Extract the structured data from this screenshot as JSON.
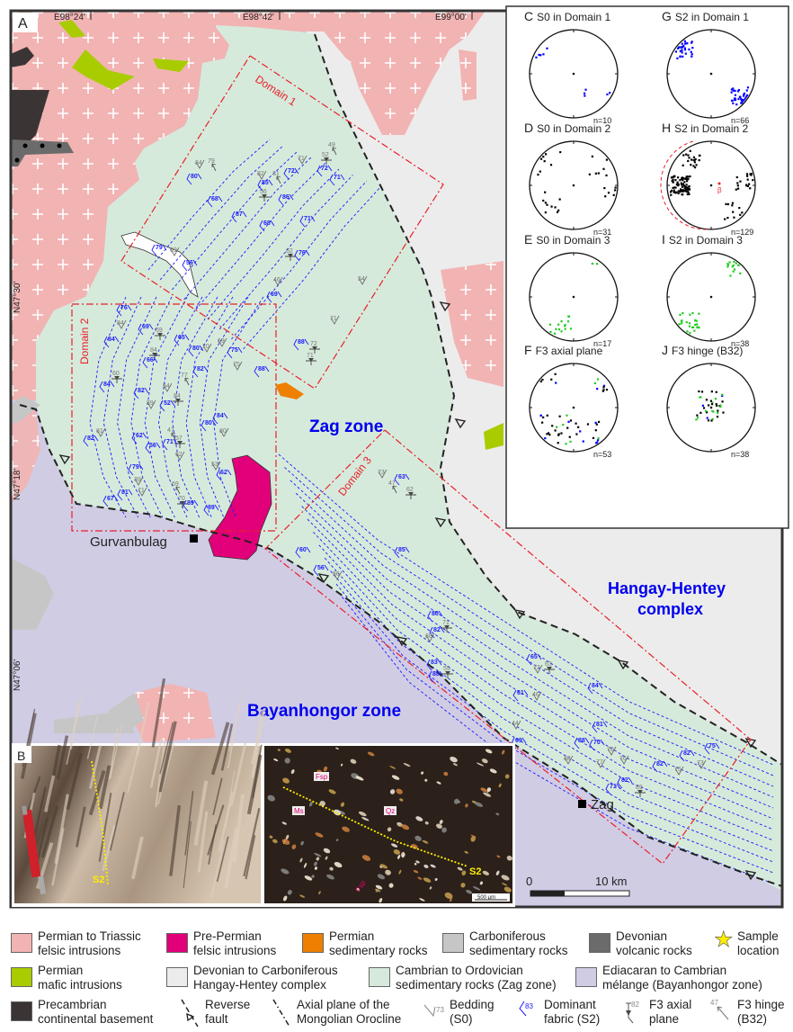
{
  "map": {
    "panel_label": "A",
    "longitudes": [
      "E98°24'",
      "E98°42'",
      "E99°00'"
    ],
    "latitudes": [
      "N47°30'",
      "N47°18'",
      "N47°06'"
    ],
    "domain_labels": [
      "Domain 1",
      "Domain 2",
      "Domain 3"
    ],
    "zone_labels": {
      "zag": "Zag zone",
      "hangay_line1": "Hangay-Hentey",
      "hangay_line2": "complex",
      "bayanhongor": "Bayanhongor zone"
    },
    "places": {
      "gurvanbulag": "Gurvanbulag",
      "zag": "Zag"
    },
    "scale": {
      "zero": "0",
      "end": "10 km"
    },
    "colors": {
      "felsic_perm_tri": "#f2b3b3",
      "felsic_pre_perm": "#e2007a",
      "perm_sed": "#ee7f00",
      "carb_sed": "#c6c6c6",
      "dev_volc": "#6b6b6b",
      "perm_mafic": "#a8cc00",
      "hangay": "#ececec",
      "zag": "#d6eadb",
      "bayanhongor": "#d0cce4",
      "basement": "#3b3434",
      "fabric": "#1a1aff",
      "domain": "#e8202a",
      "label_blue": "#0000ee"
    },
    "measurements": [
      {
        "t": "S0",
        "v": "84"
      },
      {
        "t": "B",
        "v": "79"
      },
      {
        "t": "S2",
        "v": "80"
      },
      {
        "t": "S2",
        "v": "68"
      },
      {
        "t": "S2",
        "v": "87"
      },
      {
        "t": "S0",
        "v": "82"
      },
      {
        "t": "B",
        "v": "31"
      },
      {
        "t": "F3",
        "v": "56"
      },
      {
        "t": "S2",
        "v": "85"
      },
      {
        "t": "S2",
        "v": "72"
      },
      {
        "t": "S0",
        "v": "71"
      },
      {
        "t": "S2",
        "v": "72"
      },
      {
        "t": "F3",
        "v": "52"
      },
      {
        "t": "B",
        "v": "49"
      },
      {
        "t": "S2",
        "v": "71"
      },
      {
        "t": "S2",
        "v": "86"
      },
      {
        "t": "S2",
        "v": "68"
      },
      {
        "t": "S2",
        "v": "71"
      },
      {
        "t": "S2",
        "v": "79"
      },
      {
        "t": "S0",
        "v": "69"
      },
      {
        "t": "S2",
        "v": "56"
      },
      {
        "t": "F3",
        "v": "62"
      },
      {
        "t": "S2",
        "v": "76"
      },
      {
        "t": "S0",
        "v": "54"
      },
      {
        "t": "S2",
        "v": "76"
      },
      {
        "t": "S0",
        "v": "84"
      },
      {
        "t": "S2",
        "v": "69"
      },
      {
        "t": "F3",
        "v": "69"
      },
      {
        "t": "S2",
        "v": "84"
      },
      {
        "t": "S2",
        "v": "65"
      },
      {
        "t": "S2",
        "v": "80"
      },
      {
        "t": "S0",
        "v": "70"
      },
      {
        "t": "S0",
        "v": "69"
      },
      {
        "t": "S2",
        "v": "75"
      },
      {
        "t": "S0",
        "v": "75"
      },
      {
        "t": "F3",
        "v": "84"
      },
      {
        "t": "S2",
        "v": "66"
      },
      {
        "t": "S0",
        "v": "46"
      },
      {
        "t": "S2",
        "v": "69"
      },
      {
        "t": "S0",
        "v": "71"
      },
      {
        "t": "S2",
        "v": "88"
      },
      {
        "t": "F3",
        "v": "72"
      },
      {
        "t": "F3",
        "v": "71"
      },
      {
        "t": "S2",
        "v": "88"
      },
      {
        "t": "F3",
        "v": "60"
      },
      {
        "t": "S2",
        "v": "84"
      },
      {
        "t": "S2",
        "v": "82"
      },
      {
        "t": "B",
        "v": "77"
      },
      {
        "t": "S0",
        "v": "54"
      },
      {
        "t": "S2",
        "v": "82"
      },
      {
        "t": "S0",
        "v": "89"
      },
      {
        "t": "F3",
        "v": "84"
      },
      {
        "t": "S2",
        "v": "52"
      },
      {
        "t": "S2",
        "v": "84"
      },
      {
        "t": "S2",
        "v": "80"
      },
      {
        "t": "S0",
        "v": "80"
      },
      {
        "t": "S0",
        "v": "81"
      },
      {
        "t": "S2",
        "v": "82"
      },
      {
        "t": "S2",
        "v": "62"
      },
      {
        "t": "S2",
        "v": "56"
      },
      {
        "t": "B",
        "v": "47"
      },
      {
        "t": "F3",
        "v": "57"
      },
      {
        "t": "S2",
        "v": "71"
      },
      {
        "t": "S0",
        "v": "62"
      },
      {
        "t": "S0",
        "v": "53"
      },
      {
        "t": "S2",
        "v": "62"
      },
      {
        "t": "S2",
        "v": "79"
      },
      {
        "t": "S0",
        "v": "39"
      },
      {
        "t": "S0",
        "v": "71"
      },
      {
        "t": "S2",
        "v": "81"
      },
      {
        "t": "S2",
        "v": "67"
      },
      {
        "t": "B",
        "v": "69"
      },
      {
        "t": "F3",
        "v": "70"
      },
      {
        "t": "S2",
        "v": "89"
      },
      {
        "t": "S2",
        "v": "89"
      },
      {
        "t": "S0",
        "v": "73"
      },
      {
        "t": "S2",
        "v": "63"
      },
      {
        "t": "B",
        "v": "47"
      },
      {
        "t": "F3",
        "v": "62"
      },
      {
        "t": "S2",
        "v": "60"
      },
      {
        "t": "S2",
        "v": "85"
      },
      {
        "t": "S2",
        "v": "56"
      },
      {
        "t": "S0",
        "v": "56"
      },
      {
        "t": "S2",
        "v": "80"
      },
      {
        "t": "F3",
        "v": "71"
      },
      {
        "t": "S2",
        "v": "82"
      },
      {
        "t": "S0",
        "v": "88"
      },
      {
        "t": "S2",
        "v": "83"
      },
      {
        "t": "F3",
        "v": "55"
      },
      {
        "t": "S2",
        "v": "88"
      },
      {
        "t": "S2",
        "v": "65"
      },
      {
        "t": "S0",
        "v": "72"
      },
      {
        "t": "F3",
        "v": "63"
      },
      {
        "t": "S2",
        "v": "84"
      },
      {
        "t": "S2",
        "v": "61"
      },
      {
        "t": "S0",
        "v": "46"
      },
      {
        "t": "S0",
        "v": "44"
      },
      {
        "t": "S2",
        "v": "81"
      },
      {
        "t": "S2",
        "v": "69"
      },
      {
        "t": "S2",
        "v": "70"
      },
      {
        "t": "S0",
        "v": "70"
      },
      {
        "t": "S0",
        "v": "88"
      },
      {
        "t": "S2",
        "v": "88"
      },
      {
        "t": "S0",
        "v": "77"
      },
      {
        "t": "S0",
        "v": "76"
      },
      {
        "t": "S2",
        "v": "82"
      },
      {
        "t": "S0",
        "v": "75"
      },
      {
        "t": "S2",
        "v": "82"
      },
      {
        "t": "S0",
        "v": "73"
      },
      {
        "t": "S2",
        "v": "75"
      },
      {
        "t": "S2",
        "v": "82"
      },
      {
        "t": "S2",
        "v": "71"
      },
      {
        "t": "F3",
        "v": "89"
      }
    ]
  },
  "stereonets": [
    {
      "letter": "C",
      "title": "S0 in Domain 1",
      "n": "n=10",
      "color": "#0000ff"
    },
    {
      "letter": "G",
      "title": "S2 in Domain 1",
      "n": "n=66",
      "color": "#0000ff"
    },
    {
      "letter": "D",
      "title": "S0 in Domain 2",
      "n": "n=31",
      "color": "#000000"
    },
    {
      "letter": "H",
      "title": "S2 in Domain 2",
      "n": "n=129",
      "color": "#000000",
      "beta": "β"
    },
    {
      "letter": "E",
      "title": "S0 in Domain 3",
      "n": "n=17",
      "color": "#22cc22"
    },
    {
      "letter": "I",
      "title": "S2 in Domain 3",
      "n": "n=38",
      "color": "#22cc22"
    },
    {
      "letter": "F",
      "title": "F3 axial plane",
      "n": "n=53",
      "color": "#000000"
    },
    {
      "letter": "J",
      "title": "F3 hinge (B32)",
      "n": "n=38",
      "color": "#000000"
    }
  ],
  "photos": {
    "panel_label": "B",
    "outcrop_label": "S2",
    "thin_section_label": "S2",
    "minerals": [
      "Fsp",
      "Ms",
      "Qz",
      "Fsp"
    ],
    "scale_bar": "500 μm"
  },
  "legend": {
    "units": [
      {
        "l1": "Permian to Triassic",
        "l2": "felsic intrusions",
        "color": "#f2b3b3"
      },
      {
        "l1": "Pre-Permian",
        "l2": "felsic intrusions",
        "color": "#e2007a"
      },
      {
        "l1": "Permian",
        "l2": "sedimentary rocks",
        "color": "#ee7f00"
      },
      {
        "l1": "Carboniferous",
        "l2": "sedimentary rocks",
        "color": "#c6c6c6"
      },
      {
        "l1": "Devonian",
        "l2": "volcanic rocks",
        "color": "#6b6b6b"
      },
      {
        "l1": "Permian",
        "l2": "mafic intrusions",
        "color": "#a8cc00"
      },
      {
        "l1": "Devonian to Carboniferous",
        "l2": "Hangay-Hentey complex",
        "color": "#ececec"
      },
      {
        "l1": "Cambrian to Ordovician",
        "l2": "sedimentary rocks (Zag zone)",
        "color": "#d6eadb"
      },
      {
        "l1": "Ediacaran to Cambrian",
        "l2": "mélange (Bayanhongor zone)",
        "color": "#d0cce4"
      },
      {
        "l1": "Precambrian",
        "l2": "continental basement",
        "color": "#3b3434"
      }
    ],
    "sample": {
      "l1": "Sample",
      "l2": "location",
      "color": "#ffee00"
    },
    "symbols": [
      {
        "l1": "Reverse",
        "l2": "fault"
      },
      {
        "l1": "Axial plane of the",
        "l2": "Mongolian Orocline"
      },
      {
        "l1": "Bedding",
        "l2": "(S0)",
        "num": "73"
      },
      {
        "l1": "Dominant",
        "l2": "fabric (S2)",
        "num": "83"
      },
      {
        "l1": "F3 axial",
        "l2": "plane",
        "num": "82"
      },
      {
        "l1": "F3 hinge",
        "l2": "(B32)",
        "num": "47"
      }
    ]
  }
}
